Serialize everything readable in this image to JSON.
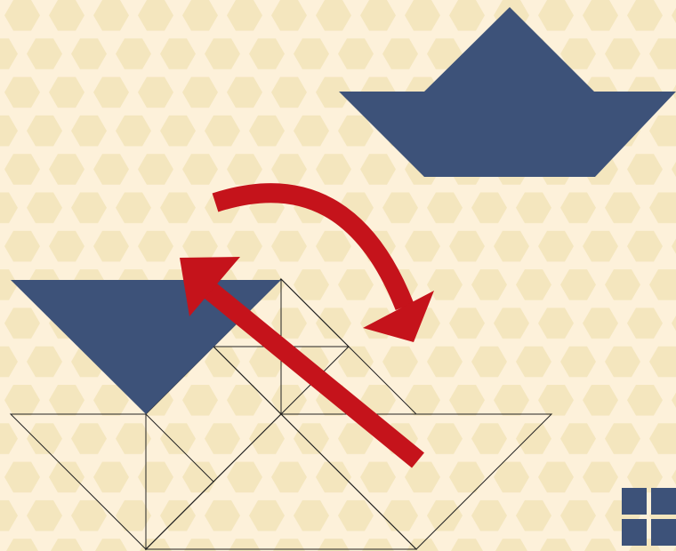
{
  "puzzle": {
    "target_shape": "boat",
    "pieces_total": 7,
    "placed_piece": "large-triangle",
    "actions": [
      "rotate-piece",
      "move-piece-to-target"
    ]
  },
  "colors": {
    "background": "#fdf1da",
    "hex_pattern": "#f4e6be",
    "piece": "#3d5279",
    "outline": "#222222",
    "arrow": "#c5131b",
    "menu_button": "#3d5279"
  },
  "icons": {
    "rotate": "curved-arrow-icon",
    "move": "straight-arrow-icon",
    "menu": "grid-menu-icon"
  }
}
